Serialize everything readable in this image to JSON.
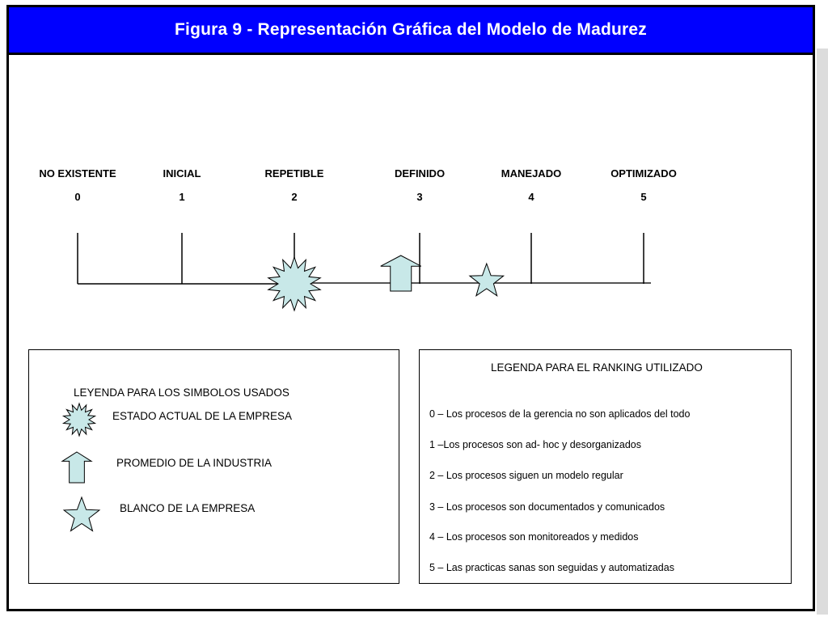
{
  "title": "Figura  9 - Representación Gráfica del Modelo de Madurez",
  "colors": {
    "title_bar": "#0000ff",
    "symbol_fill": "#c8e8e8",
    "symbol_stroke": "#000000"
  },
  "levels": [
    {
      "name": "NO EXISTENTE",
      "number": "0"
    },
    {
      "name": "INICIAL",
      "number": "1"
    },
    {
      "name": "REPETIBLE",
      "number": "2"
    },
    {
      "name": "DEFINIDO",
      "number": "3"
    },
    {
      "name": "MANEJADO",
      "number": "4"
    },
    {
      "name": "OPTIMIZADO",
      "number": "5"
    }
  ],
  "markers": {
    "estado_actual": 2.0,
    "promedio_industria": 2.85,
    "blanco_empresa": 3.6
  },
  "symbol_legend": {
    "heading": "LEYENDA PARA LOS SIMBOLOS USADOS",
    "items": [
      {
        "icon": "burst-icon",
        "label": "ESTADO ACTUAL DE LA EMPRESA"
      },
      {
        "icon": "up-arrow-icon",
        "label": "PROMEDIO DE LA INDUSTRIA"
      },
      {
        "icon": "star-icon",
        "label": "BLANCO DE LA EMPRESA"
      }
    ]
  },
  "ranking_legend": {
    "heading": "LEGENDA PARA EL RANKING UTILIZADO",
    "items": [
      "0 – Los procesos de la gerencia no son aplicados del todo",
      "1 –Los procesos son ad- hoc y desorganizados",
      "2 – Los procesos siguen un modelo regular",
      "3 – Los procesos son documentados y comunicados",
      "4 – Los procesos son monitoreados y medidos",
      "5 – Las practicas sanas son seguidas y automatizadas"
    ]
  }
}
